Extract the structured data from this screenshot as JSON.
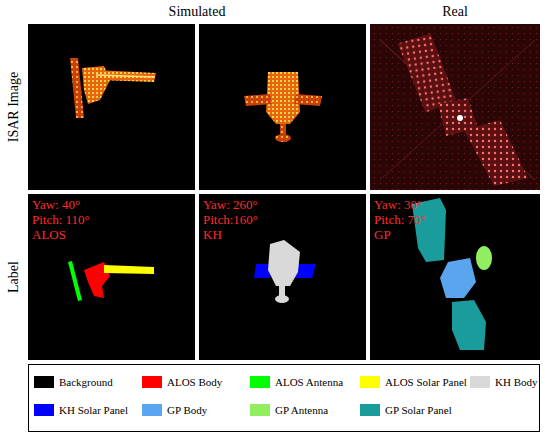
{
  "diagram": {
    "labels": [
      "Simulated",
      "Real",
      "ISAR Image",
      "Label",
      "Yaw: 40°",
      "Pitch: 110°",
      "ALOS",
      "Yaw: 260°",
      "Pitch:160°",
      "KH",
      "Yaw: 30°",
      "Pitch: 70°",
      "GP"
    ],
    "legend": [
      {
        "text": "Background",
        "color": "#000000"
      },
      {
        "text": "ALOS Body",
        "color": "#ff0000"
      },
      {
        "text": "ALOS Antenna",
        "color": "#00ff00"
      },
      {
        "text": "ALOS Solar Panel",
        "color": "#ffff00"
      },
      {
        "text": "KH Body",
        "color": "#d9d9d9"
      },
      {
        "text": "KH Solar Panel",
        "color": "#0000ff"
      },
      {
        "text": "GP Body",
        "color": "#5aa5ee"
      },
      {
        "text": "GP Antenna",
        "color": "#90ee60"
      },
      {
        "text": "GP Solar Panel",
        "color": "#1b9c9c"
      }
    ]
  }
}
